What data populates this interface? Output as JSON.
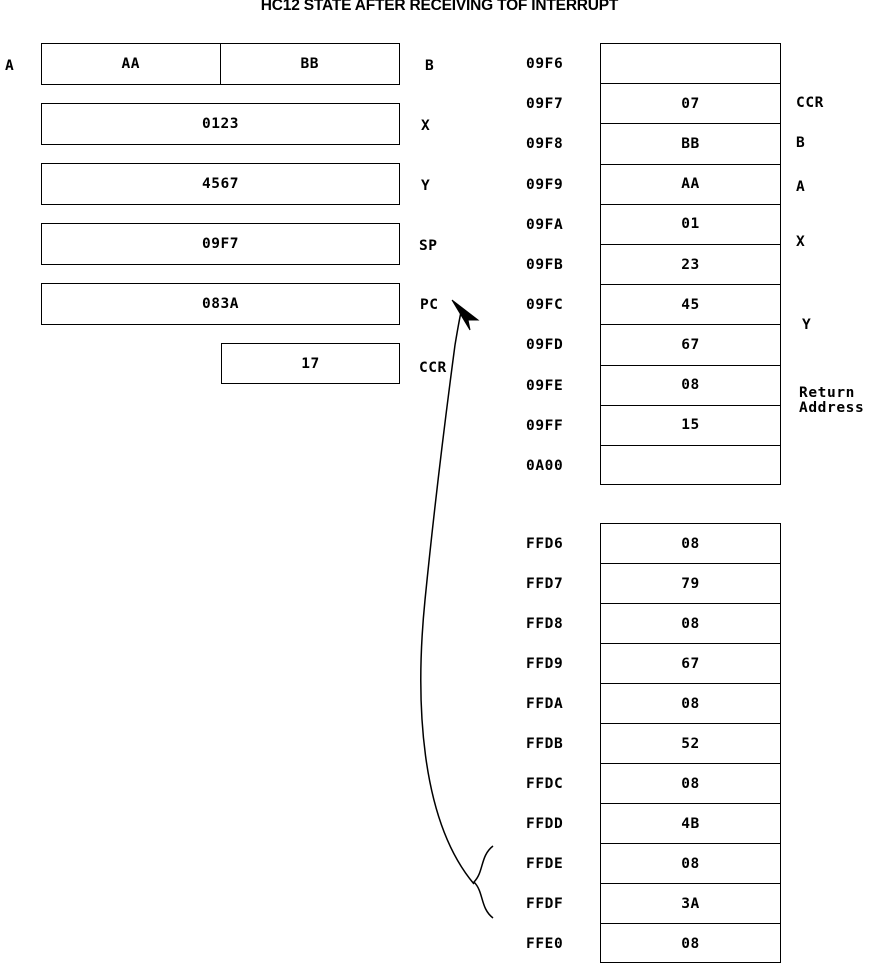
{
  "title": "HC12 STATE AFTER RECEIVING TOF INTERRUPT",
  "registers": {
    "accumulator": {
      "left_label": "A",
      "right_label": "B",
      "a_value": "AA",
      "b_value": "BB"
    },
    "rows": [
      {
        "label": "X",
        "value": "0123"
      },
      {
        "label": "Y",
        "value": "4567"
      },
      {
        "label": "SP",
        "value": "09F7"
      },
      {
        "label": "PC",
        "value": "083A"
      },
      {
        "label": "CCR",
        "value": "17"
      }
    ]
  },
  "stack_table": {
    "rows": [
      {
        "address": "09F6",
        "value": ""
      },
      {
        "address": "09F7",
        "value": "07"
      },
      {
        "address": "09F8",
        "value": "BB"
      },
      {
        "address": "09F9",
        "value": "AA"
      },
      {
        "address": "09FA",
        "value": "01"
      },
      {
        "address": "09FB",
        "value": "23"
      },
      {
        "address": "09FC",
        "value": "45"
      },
      {
        "address": "09FD",
        "value": "67"
      },
      {
        "address": "09FE",
        "value": "08"
      },
      {
        "address": "09FF",
        "value": "15"
      },
      {
        "address": "0A00",
        "value": ""
      }
    ],
    "side_labels": [
      {
        "text": "CCR"
      },
      {
        "text": "B"
      },
      {
        "text": "A"
      },
      {
        "text": "X"
      },
      {
        "text": "Y"
      },
      {
        "text": "Return"
      },
      {
        "text": "Address"
      }
    ]
  },
  "vector_table": {
    "rows": [
      {
        "address": "FFD6",
        "value": "08"
      },
      {
        "address": "FFD7",
        "value": "79"
      },
      {
        "address": "FFD8",
        "value": "08"
      },
      {
        "address": "FFD9",
        "value": "67"
      },
      {
        "address": "FFDA",
        "value": "08"
      },
      {
        "address": "FFDB",
        "value": "52"
      },
      {
        "address": "FFDC",
        "value": "08"
      },
      {
        "address": "FFDD",
        "value": "4B"
      },
      {
        "address": "FFDE",
        "value": "08"
      },
      {
        "address": "FFDF",
        "value": "3A"
      },
      {
        "address": "FFE0",
        "value": "08"
      }
    ]
  },
  "annotations": {
    "arrow": "curved-arrow-from-vector-to-pc",
    "brace": "brace-spanning-ffde-ffdf"
  },
  "colors": {
    "stroke": "#000000",
    "background": "#ffffff"
  }
}
